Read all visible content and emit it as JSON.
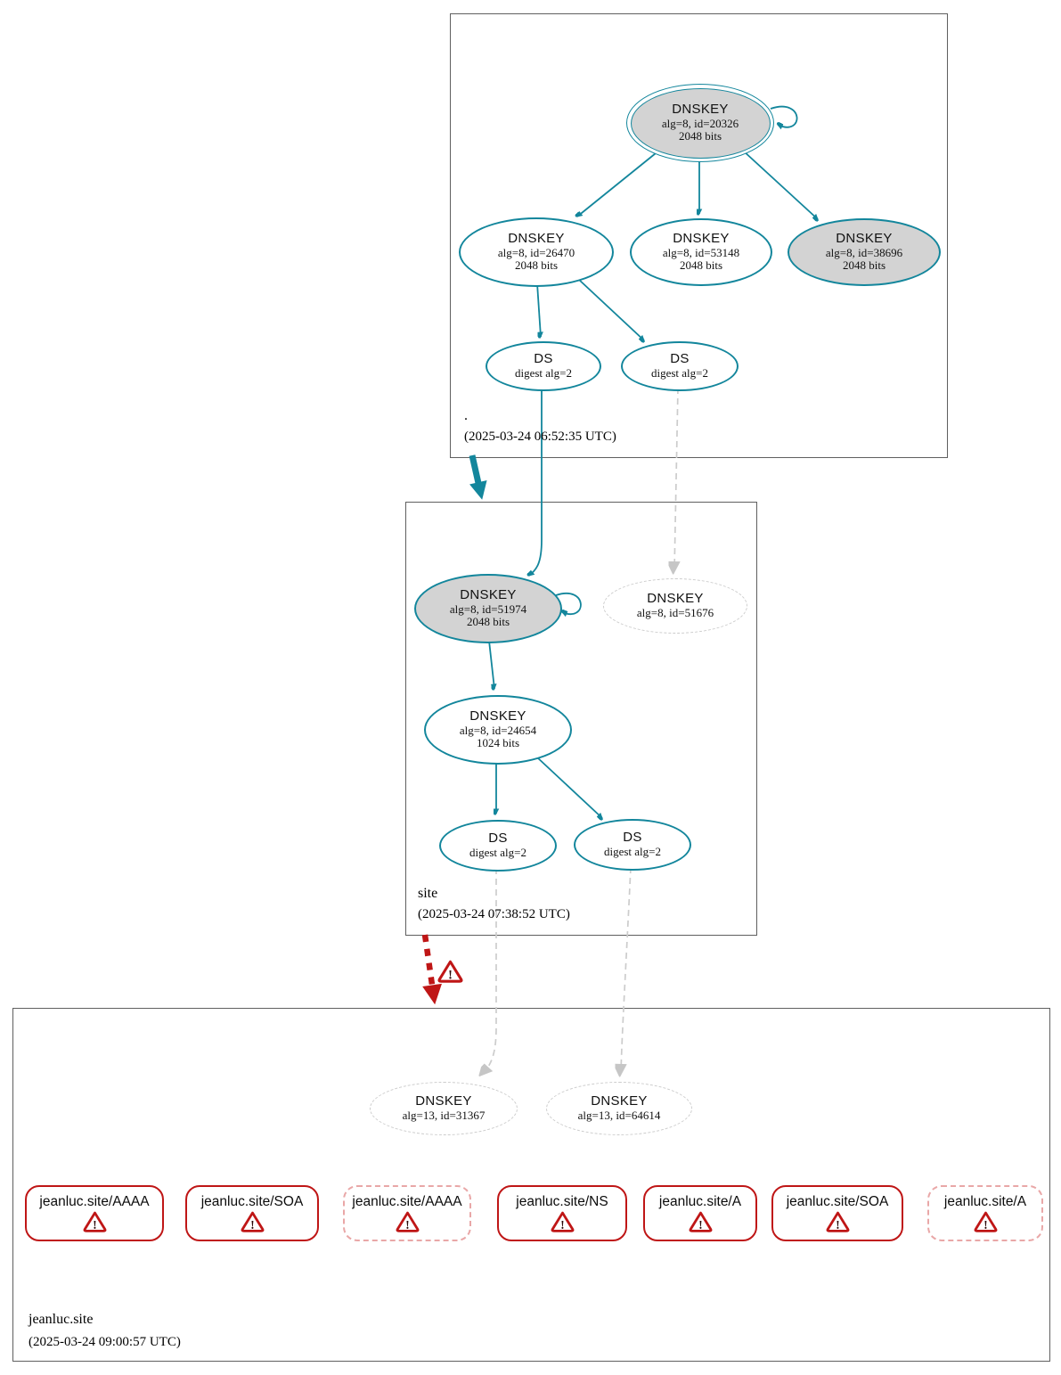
{
  "colors": {
    "secure_teal": "#13869c",
    "insecure_gray": "#cccccc",
    "bogus_red": "#bf1616",
    "warning_pink": "#e9a7a7",
    "node_fill_gray": "#d3d3d3"
  },
  "zones": {
    "root": {
      "name": ".",
      "timestamp": "(2025-03-24 06:52:35 UTC)",
      "ksk": {
        "title": "DNSKEY",
        "detail": "alg=8, id=20326",
        "bits": "2048 bits"
      },
      "zsk1": {
        "title": "DNSKEY",
        "detail": "alg=8, id=26470",
        "bits": "2048 bits"
      },
      "zsk2": {
        "title": "DNSKEY",
        "detail": "alg=8, id=53148",
        "bits": "2048 bits"
      },
      "zsk3": {
        "title": "DNSKEY",
        "detail": "alg=8, id=38696",
        "bits": "2048 bits"
      },
      "ds1": {
        "title": "DS",
        "detail": "digest alg=2"
      },
      "ds2": {
        "title": "DS",
        "detail": "digest alg=2"
      }
    },
    "site": {
      "name": "site",
      "timestamp": "(2025-03-24 07:38:52 UTC)",
      "ksk": {
        "title": "DNSKEY",
        "detail": "alg=8, id=51974",
        "bits": "2048 bits"
      },
      "dnskey_missing": {
        "title": "DNSKEY",
        "detail": "alg=8, id=51676"
      },
      "zsk": {
        "title": "DNSKEY",
        "detail": "alg=8, id=24654",
        "bits": "1024 bits"
      },
      "ds1": {
        "title": "DS",
        "detail": "digest alg=2"
      },
      "ds2": {
        "title": "DS",
        "detail": "digest alg=2"
      }
    },
    "jeanluc": {
      "name": "jeanluc.site",
      "timestamp": "(2025-03-24 09:00:57 UTC)",
      "dnskey1": {
        "title": "DNSKEY",
        "detail": "alg=13, id=31367"
      },
      "dnskey2": {
        "title": "DNSKEY",
        "detail": "alg=13, id=64614"
      },
      "rrsets": [
        {
          "label": "jeanluc.site/AAAA",
          "style": "solid"
        },
        {
          "label": "jeanluc.site/SOA",
          "style": "solid"
        },
        {
          "label": "jeanluc.site/AAAA",
          "style": "dashed"
        },
        {
          "label": "jeanluc.site/NS",
          "style": "solid"
        },
        {
          "label": "jeanluc.site/A",
          "style": "solid"
        },
        {
          "label": "jeanluc.site/SOA",
          "style": "solid"
        },
        {
          "label": "jeanluc.site/A",
          "style": "dashed"
        }
      ]
    }
  }
}
